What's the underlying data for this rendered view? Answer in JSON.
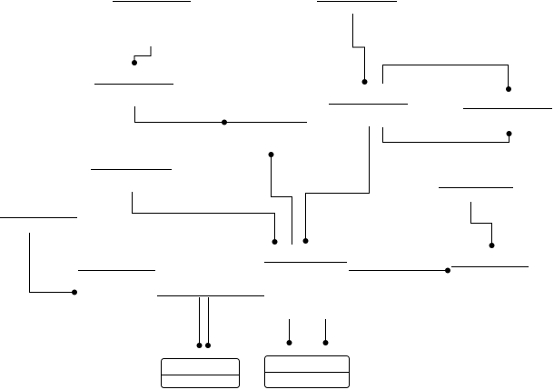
{
  "diagram": {
    "type": "schematic",
    "stroke_color": "#000000",
    "background_color": "#ffffff",
    "node_marker": "filled-dot",
    "terminal_blocks": 2
  }
}
